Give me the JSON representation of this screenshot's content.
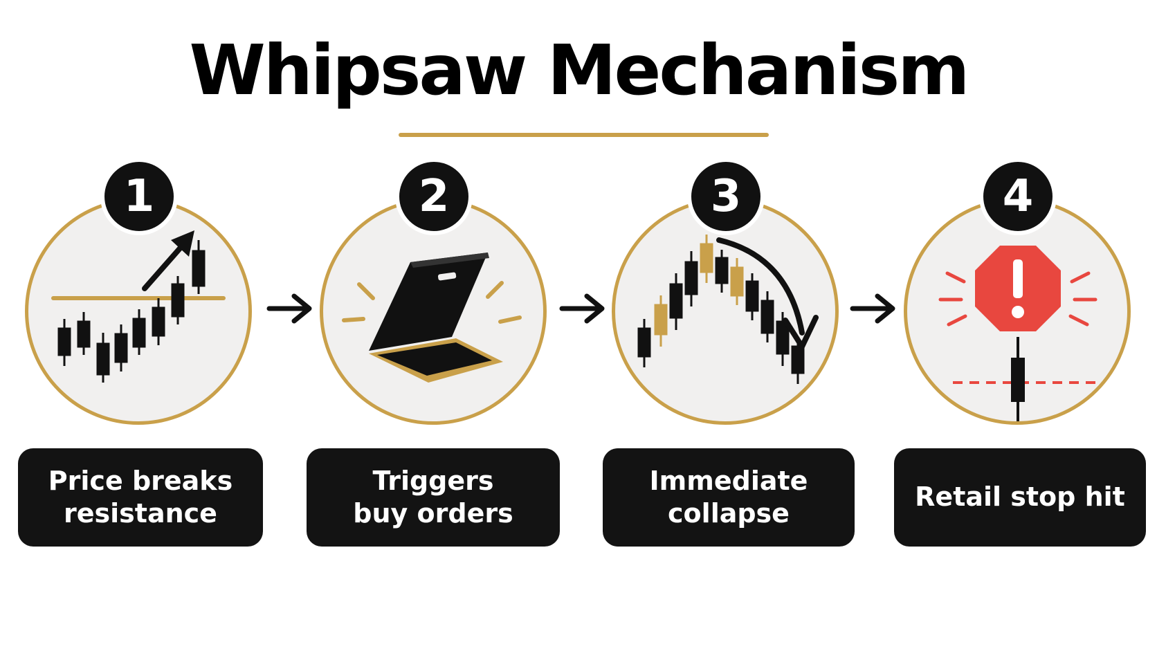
{
  "title": "Whipsaw Mechanism",
  "colors": {
    "accent": "#c9a04a",
    "dark": "#111111",
    "circle_fill": "#f1f0ef",
    "alert": "#e8473f"
  },
  "steps": [
    {
      "number": "1",
      "label_line1": "Price breaks",
      "label_line2": "resistance",
      "icon": "breakout-chart-icon"
    },
    {
      "number": "2",
      "label_line1": "Triggers",
      "label_line2": "buy orders",
      "icon": "trapdoor-icon"
    },
    {
      "number": "3",
      "label_line1": "Immediate",
      "label_line2": "collapse",
      "icon": "collapse-chart-icon"
    },
    {
      "number": "4",
      "label_line1": "Retail stop hit",
      "label_line2": "",
      "icon": "stop-alert-icon"
    }
  ],
  "connectors": [
    "arrow-right-icon",
    "arrow-right-icon",
    "arrow-right-icon"
  ]
}
